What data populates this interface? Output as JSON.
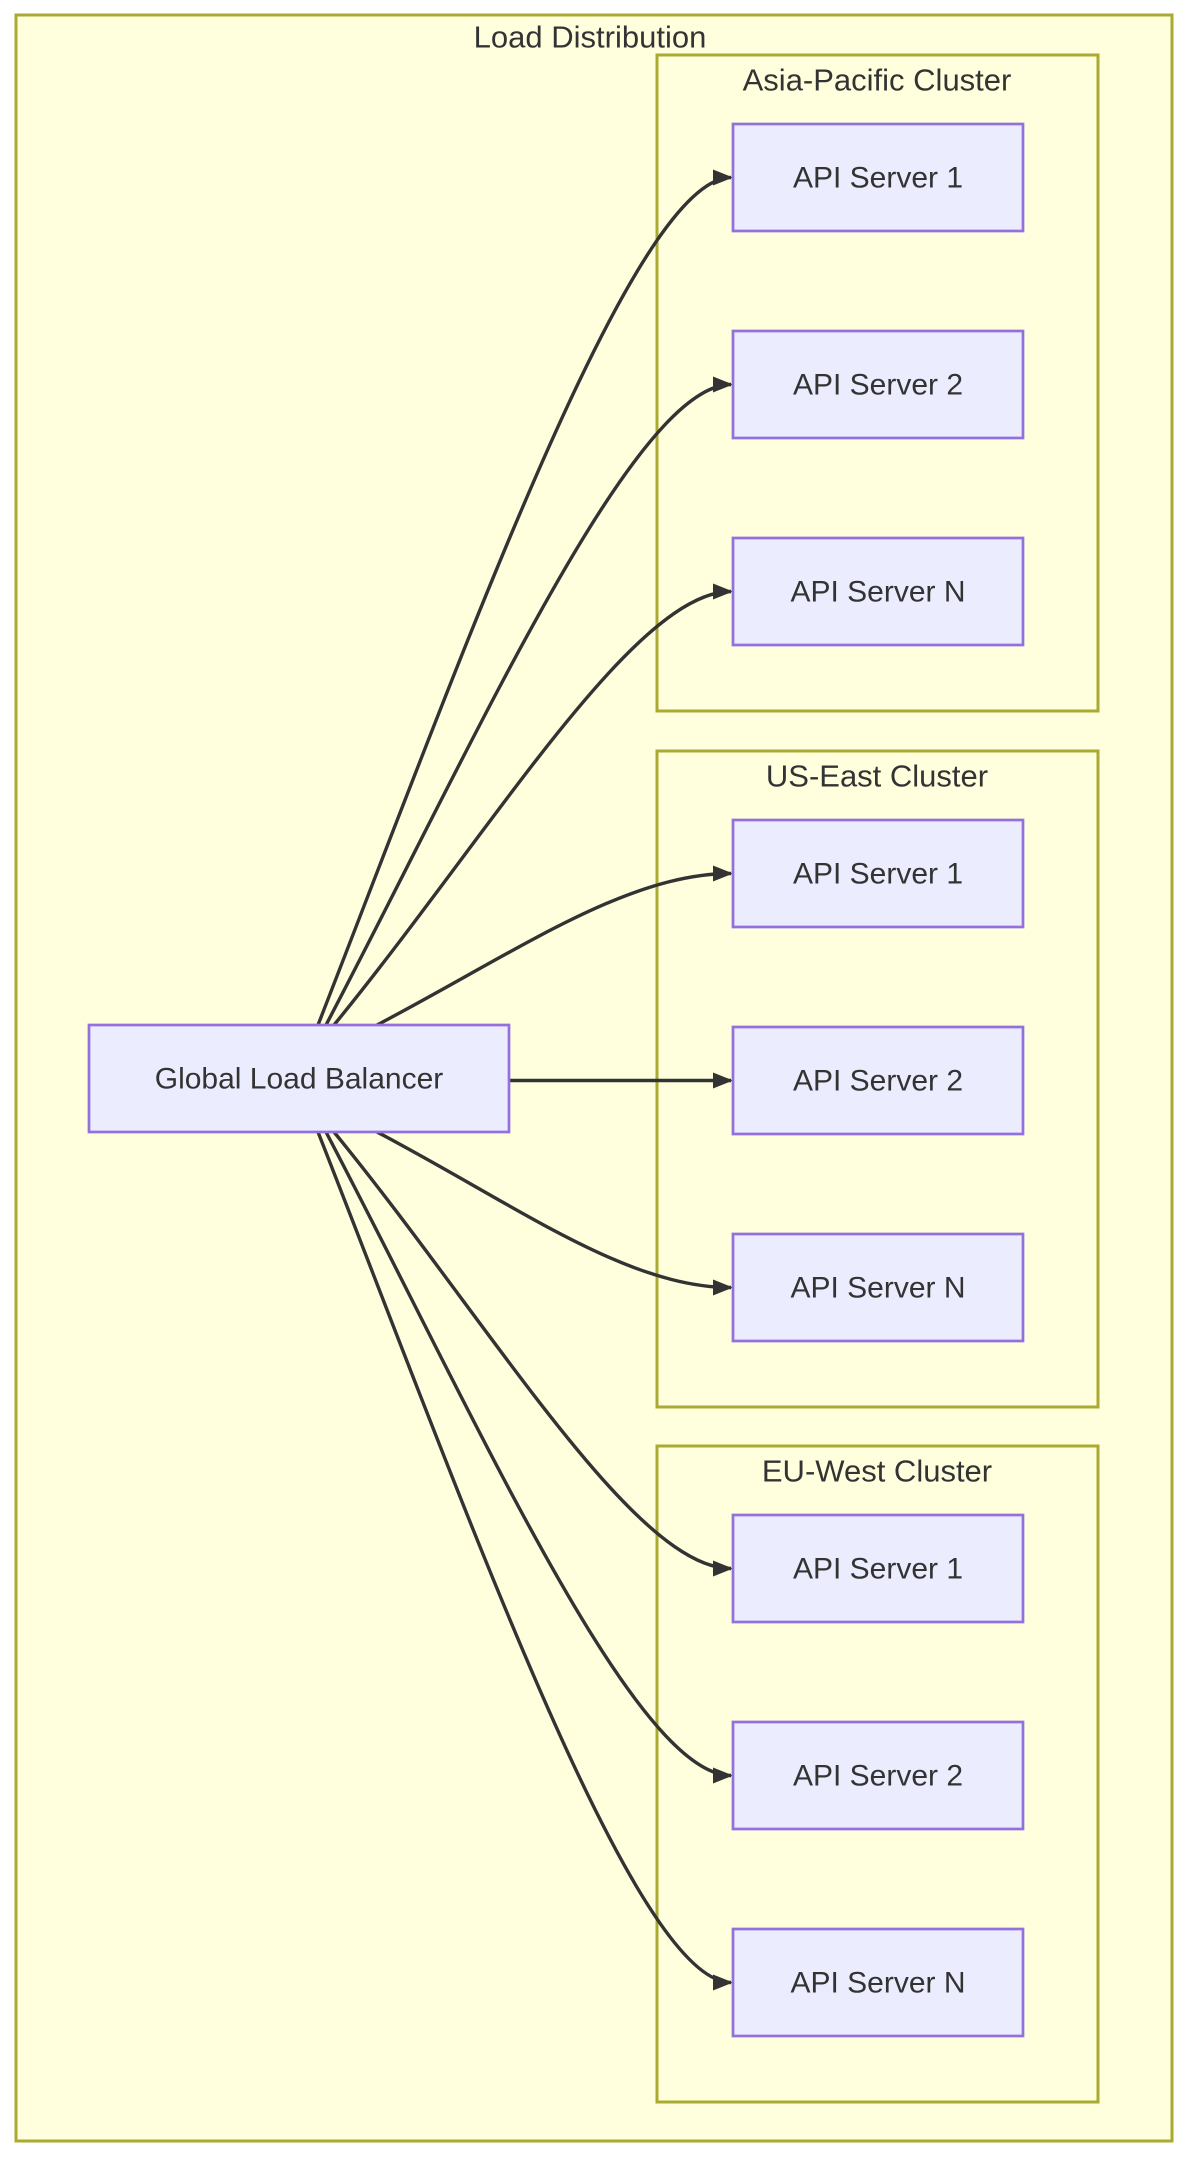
{
  "diagram": {
    "type": "flowchart",
    "title": "Load Distribution"
  },
  "load_balancer": {
    "label": "Global Load Balancer"
  },
  "clusters": [
    {
      "title": "Asia-Pacific Cluster",
      "servers": [
        {
          "label": "API Server 1"
        },
        {
          "label": "API Server 2"
        },
        {
          "label": "API Server N"
        }
      ]
    },
    {
      "title": "US-East Cluster",
      "servers": [
        {
          "label": "API Server 1"
        },
        {
          "label": "API Server 2"
        },
        {
          "label": "API Server N"
        }
      ]
    },
    {
      "title": "EU-West Cluster",
      "servers": [
        {
          "label": "API Server 1"
        },
        {
          "label": "API Server 2"
        },
        {
          "label": "API Server N"
        }
      ]
    }
  ],
  "edges": [
    {
      "from": "Global Load Balancer",
      "to_cluster": "Asia-Pacific Cluster",
      "to": "API Server 1"
    },
    {
      "from": "Global Load Balancer",
      "to_cluster": "Asia-Pacific Cluster",
      "to": "API Server 2"
    },
    {
      "from": "Global Load Balancer",
      "to_cluster": "Asia-Pacific Cluster",
      "to": "API Server N"
    },
    {
      "from": "Global Load Balancer",
      "to_cluster": "US-East Cluster",
      "to": "API Server 1"
    },
    {
      "from": "Global Load Balancer",
      "to_cluster": "US-East Cluster",
      "to": "API Server 2"
    },
    {
      "from": "Global Load Balancer",
      "to_cluster": "US-East Cluster",
      "to": "API Server N"
    },
    {
      "from": "Global Load Balancer",
      "to_cluster": "EU-West Cluster",
      "to": "API Server 1"
    },
    {
      "from": "Global Load Balancer",
      "to_cluster": "EU-West Cluster",
      "to": "API Server 2"
    },
    {
      "from": "Global Load Balancer",
      "to_cluster": "EU-West Cluster",
      "to": "API Server N"
    }
  ],
  "colors": {
    "background": "#FFFFFF",
    "cluster_fill": "#FFFFDE",
    "cluster_border": "#AAAA33",
    "node_fill": "#ECECFF",
    "node_border": "#9370DB",
    "edge": "#333333",
    "text": "#333333"
  }
}
